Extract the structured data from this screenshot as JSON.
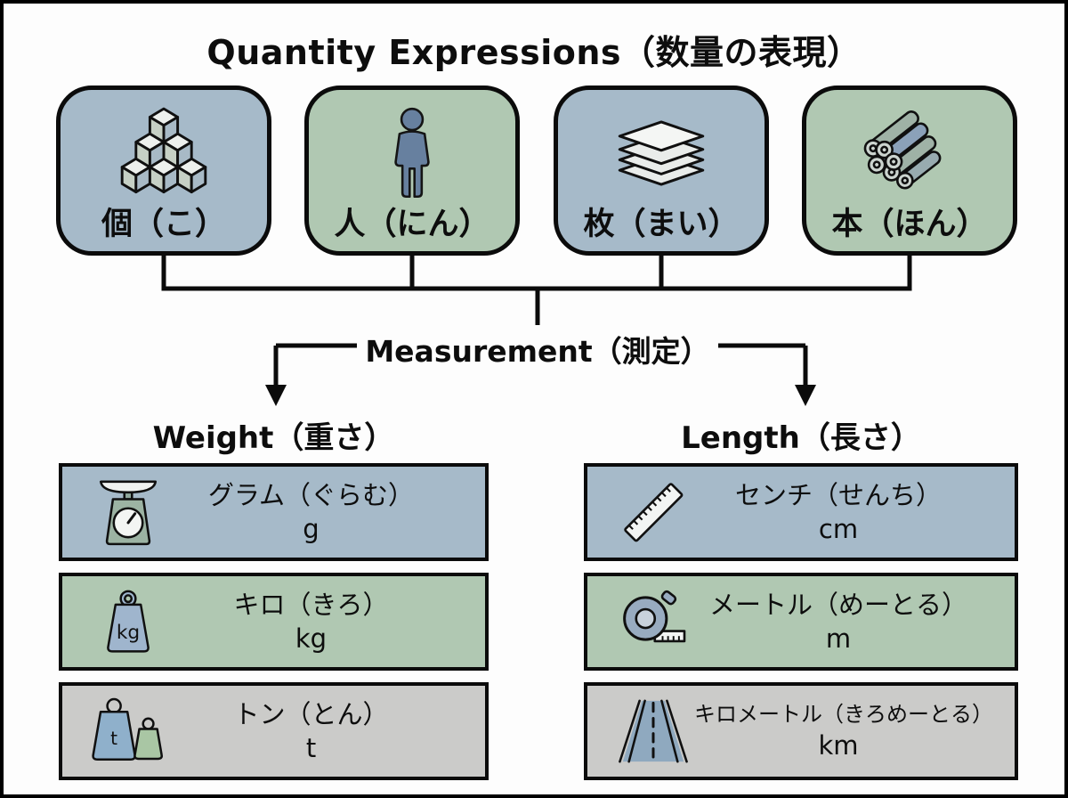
{
  "palette": {
    "blue": "#a6bac9",
    "green": "#b0c8b2",
    "gray": "#cbcbc9",
    "line": "#0b0b0b",
    "background": "#fdfdfd",
    "person_fill": "#67809f",
    "scale_body": "#9cb3a3",
    "weight_fill": "#9fb5cd",
    "road_fill": "#8fa9bf"
  },
  "title": "Quantity Expressions（数量の表現）",
  "counters": [
    {
      "label": "個（こ）",
      "icon": "cubes-icon",
      "color": "blue"
    },
    {
      "label": "人（にん）",
      "icon": "person-icon",
      "color": "green"
    },
    {
      "label": "枚（まい）",
      "icon": "sheets-icon",
      "color": "blue"
    },
    {
      "label": "本（ほん）",
      "icon": "logs-icon",
      "color": "green"
    }
  ],
  "measurement": {
    "label": "Measurement（測定）"
  },
  "weight": {
    "heading": "Weight（重さ）",
    "rows": [
      {
        "name": "グラム（ぐらむ）",
        "unit": "g",
        "icon": "kitchen-scale-icon",
        "color": "blue"
      },
      {
        "name": "キロ（きろ）",
        "unit": "kg",
        "icon": "kilogram-weight-icon",
        "color": "green"
      },
      {
        "name": "トン（とん）",
        "unit": "t",
        "icon": "ton-weights-icon",
        "color": "gray"
      }
    ]
  },
  "length": {
    "heading": "Length（長さ）",
    "rows": [
      {
        "name": "センチ（せんち）",
        "unit": "cm",
        "icon": "ruler-icon",
        "color": "blue"
      },
      {
        "name": "メートル（めーとる）",
        "unit": "m",
        "icon": "tape-measure-icon",
        "color": "green"
      },
      {
        "name": "キロメートル（きろめーとる）",
        "unit": "km",
        "icon": "road-icon",
        "color": "gray"
      }
    ]
  }
}
